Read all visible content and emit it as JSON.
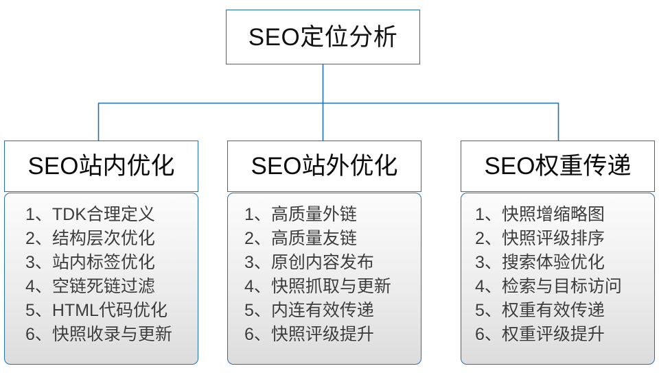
{
  "diagram": {
    "type": "org-chart",
    "title": "SEO定位分析",
    "colors": {
      "border": "#1f6fb5",
      "root_fill": "#ffffff",
      "header_fill": "#ffffff",
      "list_fill_top": "#fcfcfc",
      "list_fill_bottom": "#dcdcdc",
      "text": "#111111",
      "list_text": "#3b3b3b",
      "background": "#ffffff"
    },
    "root": {
      "label": "SEO定位分析"
    },
    "branches": [
      {
        "header": "SEO站内优化",
        "items": [
          "1、TDK合理定义",
          "2、结构层次优化",
          "3、站内标签优化",
          "4、空链死链过滤",
          "5、HTML代码优化",
          "6、快照收录与更新"
        ]
      },
      {
        "header": "SEO站外优化",
        "items": [
          "1、高质量外链",
          "2、高质量友链",
          "3、原创内容发布",
          "4、快照抓取与更新",
          "5、内连有效传递",
          "6、快照评级提升"
        ]
      },
      {
        "header": "SEO权重传递",
        "items": [
          "1、快照增缩略图",
          "2、快照评级排序",
          "3、搜索体验优化",
          "4、检索与目标访问",
          "5、权重有效传递",
          "6、权重评级提升"
        ]
      }
    ]
  }
}
